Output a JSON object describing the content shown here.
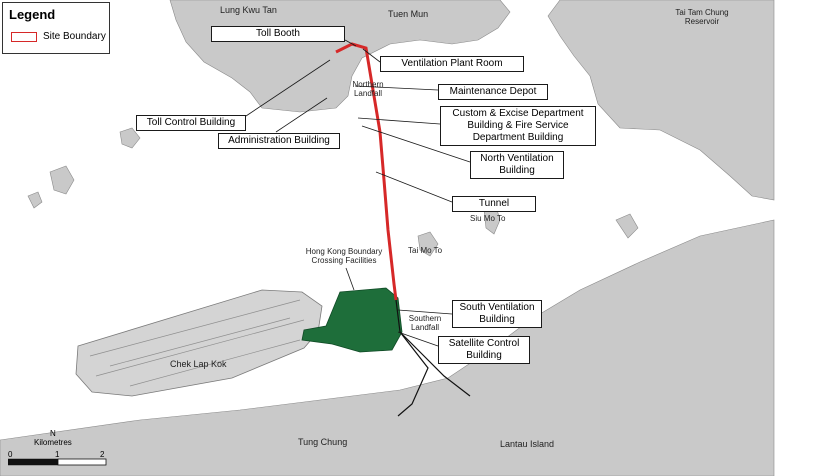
{
  "legend": {
    "title": "Legend",
    "entry": "Site Boundary",
    "color": "#d62828"
  },
  "callouts": [
    {
      "id": "toll-booth",
      "text": "Toll Booth"
    },
    {
      "id": "ventilation-plant-room",
      "text": "Ventilation Plant Room"
    },
    {
      "id": "maintenance-depot",
      "text": "Maintenance Depot"
    },
    {
      "id": "toll-control-building",
      "text": "Toll Control Building"
    },
    {
      "id": "administration-building",
      "text": "Administration Building"
    },
    {
      "id": "customs-building",
      "text": "Custom & Excise Department Building & Fire Service Department Building"
    },
    {
      "id": "north-ventilation-building",
      "text": "North Ventilation Building"
    },
    {
      "id": "tunnel",
      "text": "Tunnel"
    },
    {
      "id": "south-ventilation-building",
      "text": "South Ventilation Building"
    },
    {
      "id": "satellite-control-building",
      "text": "Satellite Control Building"
    }
  ],
  "places": {
    "lung_kwu_tan": "Lung Kwu Tan",
    "tuen_mun": "Tuen Mun",
    "tai_tam_chung": "Tai Tam Chung Reservoir",
    "northern_landfall": "Northern Landfall",
    "siu_mo_to": "Siu Mo To",
    "tai_mo_to": "Tai Mo To",
    "hkbcf": "Hong Kong Boundary Crossing Facilities",
    "southern_landfall": "Southern Landfall",
    "chek_lap_kok": "Chek Lap Kok",
    "tung_chung": "Tung Chung",
    "lantau_island": "Lantau Island"
  },
  "scale": {
    "unit": "Kilometres",
    "ticks": [
      "0",
      "1",
      "2"
    ],
    "north": "N"
  },
  "colors": {
    "land": "#c9c9c9",
    "sea": "#ffffff",
    "facility": "#1e6e3a",
    "route": "#d62828"
  }
}
